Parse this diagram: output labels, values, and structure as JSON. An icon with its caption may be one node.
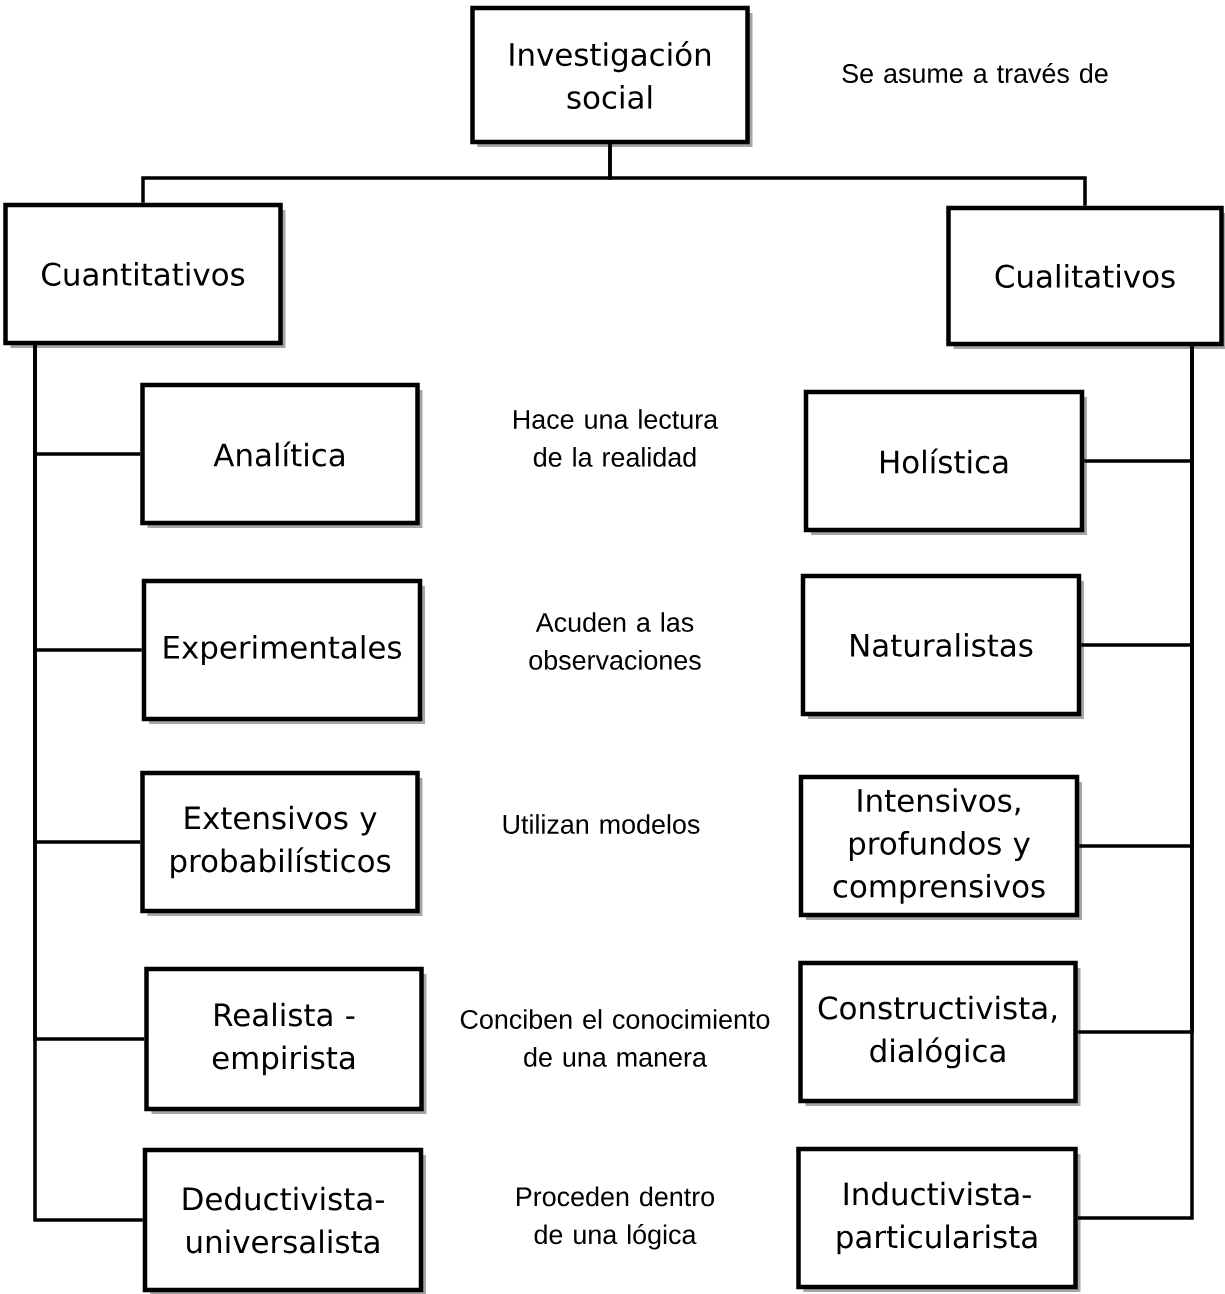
{
  "diagram": {
    "nodes": [
      {
        "text": [
          "Investigación social"
        ]
      },
      {
        "text": [
          "Cuantitativos"
        ]
      },
      {
        "text": [
          "Cualitativos"
        ]
      },
      {
        "text": [
          "Analítica"
        ]
      },
      {
        "text": [
          "Experimentales"
        ]
      },
      {
        "text": [
          "Extensivos y probabilísticos"
        ]
      },
      {
        "text": [
          "Realista - empirista"
        ]
      },
      {
        "text": [
          "Deductivista- universalista"
        ]
      },
      {
        "text": [
          "Holística"
        ]
      },
      {
        "text": [
          "Naturalistas"
        ]
      },
      {
        "text": [
          "Intensivos, profundos y comprensivos"
        ]
      },
      {
        "text": [
          "Constructivista, dialógica"
        ]
      },
      {
        "text": [
          "Inductivista- particularista"
        ]
      }
    ],
    "edges": [
      {
        "from": 0,
        "to": 1,
        "arrow": "none"
      },
      {
        "from": 0,
        "to": 2,
        "arrow": "none"
      },
      {
        "from": 1,
        "to": 3,
        "arrow": "none"
      },
      {
        "from": 1,
        "to": 4,
        "arrow": "none"
      },
      {
        "from": 1,
        "to": 5,
        "arrow": "none"
      },
      {
        "from": 1,
        "to": 6,
        "arrow": "none"
      },
      {
        "from": 1,
        "to": 7,
        "arrow": "none"
      },
      {
        "from": 2,
        "to": 8,
        "arrow": "none"
      },
      {
        "from": 2,
        "to": 9,
        "arrow": "none"
      },
      {
        "from": 2,
        "to": 10,
        "arrow": "none"
      },
      {
        "from": 2,
        "to": 11,
        "arrow": "none"
      },
      {
        "from": 2,
        "to": 12,
        "arrow": "none"
      }
    ],
    "labels": [
      "Se asume a través de",
      "Hace una lectura de la realidad",
      "Acuden a las observaciones",
      "Utilizan modelos",
      "Conciben el conocimiento de una manera",
      "Proceden dentro de una lógica"
    ]
  }
}
